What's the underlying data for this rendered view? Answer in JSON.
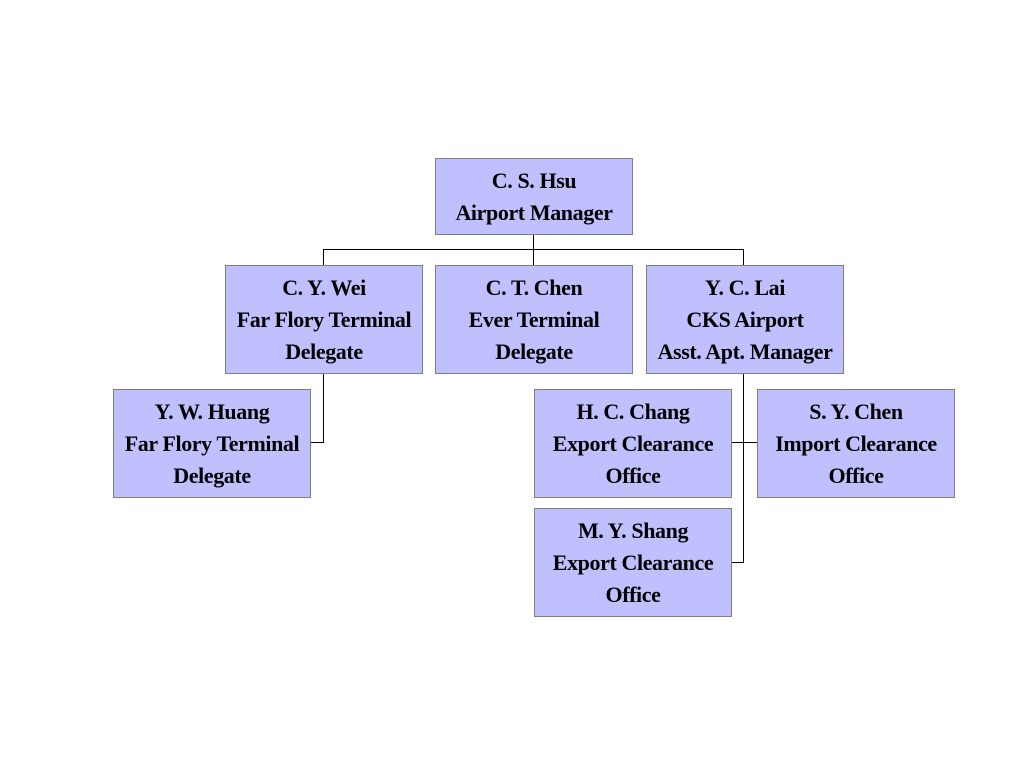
{
  "org_chart": {
    "colors": {
      "box_fill": "#c0c0ff",
      "box_border": "#7f7f7f",
      "connector": "#000000",
      "text": "#000000"
    },
    "nodes": [
      {
        "id": "hsu",
        "lines": [
          "C. S. Hsu",
          "Airport Manager"
        ]
      },
      {
        "id": "wei",
        "lines": [
          "C. Y. Wei",
          "Far Flory Terminal",
          "Delegate"
        ]
      },
      {
        "id": "ct-chen",
        "lines": [
          "C. T. Chen",
          "Ever Terminal",
          "Delegate"
        ]
      },
      {
        "id": "lai",
        "lines": [
          "Y. C. Lai",
          "CKS Airport",
          "Asst. Apt. Manager"
        ]
      },
      {
        "id": "huang",
        "lines": [
          "Y. W. Huang",
          "Far Flory Terminal",
          "Delegate"
        ]
      },
      {
        "id": "chang",
        "lines": [
          "H. C. Chang",
          "Export Clearance",
          "Office"
        ]
      },
      {
        "id": "sy-chen",
        "lines": [
          "S. Y. Chen",
          "Import Clearance",
          "Office"
        ]
      },
      {
        "id": "shang",
        "lines": [
          "M. Y. Shang",
          "Export Clearance",
          "Office"
        ]
      }
    ]
  }
}
